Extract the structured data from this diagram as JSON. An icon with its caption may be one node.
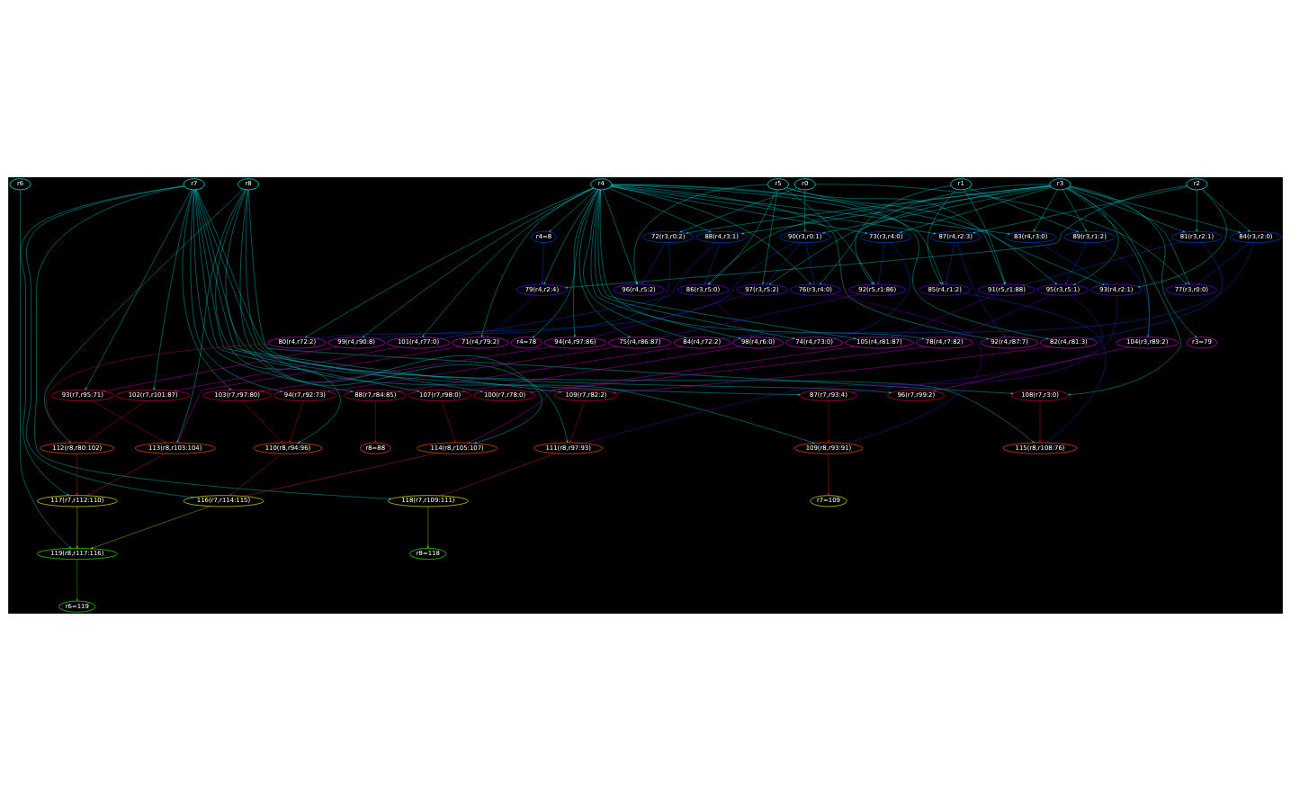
{
  "diagram": {
    "nodes": [
      {
        "text": [
          "r6"
        ]
      },
      {
        "text": [
          "r7"
        ]
      },
      {
        "text": [
          "r8"
        ]
      },
      {
        "text": [
          "r5"
        ]
      },
      {
        "text": [
          "r1"
        ]
      },
      {
        "text": [
          "r3"
        ]
      },
      {
        "text": [
          "r4"
        ]
      },
      {
        "text": [
          "r0"
        ]
      },
      {
        "text": [
          "r2"
        ]
      },
      {
        "text": [
          "88(r4,r3:1)"
        ]
      },
      {
        "text": [
          "89(r3,r1:2)"
        ]
      },
      {
        "text": [
          "81(r3,r2:1)"
        ]
      },
      {
        "text": [
          "73(r3,r4:0)"
        ]
      },
      {
        "text": [
          "83(r4,r3:0)"
        ]
      },
      {
        "text": [
          "87(r4,r2:3)"
        ]
      },
      {
        "text": [
          "90(r3,r0:1)"
        ]
      },
      {
        "text": [
          "84(r3,r2:0)"
        ]
      },
      {
        "text": [
          "72(r3,r0:2)"
        ]
      },
      {
        "text": [
          "r4=8"
        ]
      },
      {
        "text": [
          "86(r3,r5:0)"
        ]
      },
      {
        "text": [
          "95(r3,r5:1)"
        ]
      },
      {
        "text": [
          "91(r5,r1:88)"
        ]
      },
      {
        "text": [
          "92(r5,r1:86)"
        ]
      },
      {
        "text": [
          "93(r4,r2:1)"
        ]
      },
      {
        "text": [
          "85(r4,r1:2)"
        ]
      },
      {
        "text": [
          "76(r3,r4:0)"
        ]
      },
      {
        "text": [
          "77(r3,r0:0)"
        ]
      },
      {
        "text": [
          "97(r3,r5:2)"
        ]
      },
      {
        "text": [
          "96(r4,r5:2)"
        ]
      },
      {
        "text": [
          "79(r4,r2:4)"
        ]
      },
      {
        "text": [
          "98(r4,r6:0)"
        ]
      },
      {
        "text": [
          "78(r4,r7:82)"
        ]
      },
      {
        "text": [
          "101(r4,r77:0)"
        ]
      },
      {
        "text": [
          "82(r4,r81:3)"
        ]
      },
      {
        "text": [
          "105(r4,r81:87)"
        ]
      },
      {
        "text": [
          "74(r4,r73:0)"
        ]
      },
      {
        "text": [
          "r4=78"
        ]
      },
      {
        "text": [
          "75(r4,r86:87)"
        ]
      },
      {
        "text": [
          "80(r4,r72:2)"
        ]
      },
      {
        "text": [
          "84(r4,r72:2)"
        ]
      },
      {
        "text": [
          "92(r4,r87:7)"
        ]
      },
      {
        "text": [
          "94(r4,r97:86)"
        ]
      },
      {
        "text": [
          "99(r4,r90:8)"
        ]
      },
      {
        "text": [
          "104(r3,r89:2)"
        ]
      },
      {
        "text": [
          "71(r4,r79:2)"
        ]
      },
      {
        "text": [
          "r3=79"
        ]
      },
      {
        "text": [
          "107(r7,r98:0)"
        ]
      },
      {
        "text": [
          "108(r7,r3:0)"
        ]
      },
      {
        "text": [
          "100(r7,r78:0)"
        ]
      },
      {
        "text": [
          "102(r7,r101:87)"
        ]
      },
      {
        "text": [
          "109(r7,r82:2)"
        ]
      },
      {
        "text": [
          "87(r7,r93:4)"
        ]
      },
      {
        "text": [
          "88(r7,r84:85)"
        ]
      },
      {
        "text": [
          "94(r7,r92:73)"
        ]
      },
      {
        "text": [
          "103(r7,r97:80)"
        ]
      },
      {
        "text": [
          "93(r7,r95:71)"
        ]
      },
      {
        "text": [
          "96(r7,r99:2)"
        ]
      },
      {
        "text": [
          "114(r8,r105:107)"
        ]
      },
      {
        "text": [
          "115(r8,r108:76)"
        ]
      },
      {
        "text": [
          "112(r8,r80:102)"
        ]
      },
      {
        "text": [
          "111(r8,r97:93)"
        ]
      },
      {
        "text": [
          "109(r8,r93:91)"
        ]
      },
      {
        "text": [
          "r8=88"
        ]
      },
      {
        "text": [
          "110(r8,r94:96)"
        ]
      },
      {
        "text": [
          "113(r8,r103:104)"
        ]
      },
      {
        "text": [
          "116(r7,r114:115)"
        ]
      },
      {
        "text": [
          "117(r7,r112:110)"
        ]
      },
      {
        "text": [
          "118(r7,r109:111)"
        ]
      },
      {
        "text": [
          "r7=109"
        ]
      },
      {
        "text": [
          "119(r8,r117:116)"
        ]
      },
      {
        "text": [
          "r8=118"
        ]
      },
      {
        "text": [
          "r6=119"
        ]
      }
    ],
    "edges": [
      {
        "from": 6,
        "to": 9,
        "arrow": "to"
      },
      {
        "from": 5,
        "to": 9,
        "arrow": "to"
      },
      {
        "from": 5,
        "to": 10,
        "arrow": "to"
      },
      {
        "from": 4,
        "to": 10,
        "arrow": "to"
      },
      {
        "from": 5,
        "to": 11,
        "arrow": "to"
      },
      {
        "from": 8,
        "to": 11,
        "arrow": "to"
      },
      {
        "from": 5,
        "to": 12,
        "arrow": "to"
      },
      {
        "from": 6,
        "to": 12,
        "arrow": "to"
      },
      {
        "from": 6,
        "to": 13,
        "arrow": "to"
      },
      {
        "from": 5,
        "to": 13,
        "arrow": "to"
      },
      {
        "from": 6,
        "to": 14,
        "arrow": "to"
      },
      {
        "from": 8,
        "to": 14,
        "arrow": "to"
      },
      {
        "from": 5,
        "to": 15,
        "arrow": "to"
      },
      {
        "from": 7,
        "to": 15,
        "arrow": "to"
      },
      {
        "from": 5,
        "to": 16,
        "arrow": "to"
      },
      {
        "from": 8,
        "to": 16,
        "arrow": "to"
      },
      {
        "from": 5,
        "to": 17,
        "arrow": "to"
      },
      {
        "from": 7,
        "to": 17,
        "arrow": "to"
      },
      {
        "from": 6,
        "to": 18,
        "arrow": "to"
      },
      {
        "from": 5,
        "to": 19,
        "arrow": "to"
      },
      {
        "from": 3,
        "to": 19,
        "arrow": "to"
      },
      {
        "from": 9,
        "to": 19,
        "arrow": "to",
        "color": "#0044cc"
      },
      {
        "from": 5,
        "to": 20,
        "arrow": "to"
      },
      {
        "from": 3,
        "to": 20,
        "arrow": "to"
      },
      {
        "from": 10,
        "to": 20,
        "arrow": "to",
        "color": "#0044cc"
      },
      {
        "from": 3,
        "to": 21,
        "arrow": "to"
      },
      {
        "from": 4,
        "to": 21,
        "arrow": "to"
      },
      {
        "from": 11,
        "to": 21,
        "arrow": "to",
        "color": "#0044cc"
      },
      {
        "from": 3,
        "to": 22,
        "arrow": "to"
      },
      {
        "from": 4,
        "to": 22,
        "arrow": "to"
      },
      {
        "from": 12,
        "to": 22,
        "arrow": "to",
        "color": "#0044cc"
      },
      {
        "from": 6,
        "to": 23,
        "arrow": "to"
      },
      {
        "from": 8,
        "to": 23,
        "arrow": "to"
      },
      {
        "from": 13,
        "to": 23,
        "arrow": "to",
        "color": "#0044cc"
      },
      {
        "from": 6,
        "to": 24,
        "arrow": "to"
      },
      {
        "from": 4,
        "to": 24,
        "arrow": "to"
      },
      {
        "from": 14,
        "to": 24,
        "arrow": "to",
        "color": "#0044cc"
      },
      {
        "from": 5,
        "to": 25,
        "arrow": "to"
      },
      {
        "from": 6,
        "to": 25,
        "arrow": "to"
      },
      {
        "from": 15,
        "to": 25,
        "arrow": "to",
        "color": "#0044cc"
      },
      {
        "from": 5,
        "to": 26,
        "arrow": "to"
      },
      {
        "from": 7,
        "to": 26,
        "arrow": "to"
      },
      {
        "from": 16,
        "to": 26,
        "arrow": "to",
        "color": "#0044cc"
      },
      {
        "from": 5,
        "to": 27,
        "arrow": "to"
      },
      {
        "from": 3,
        "to": 27,
        "arrow": "to"
      },
      {
        "from": 15,
        "to": 27,
        "arrow": "to",
        "color": "#0044cc"
      },
      {
        "from": 6,
        "to": 28,
        "arrow": "to"
      },
      {
        "from": 3,
        "to": 28,
        "arrow": "to"
      },
      {
        "from": 17,
        "to": 28,
        "arrow": "to",
        "color": "#0044cc"
      },
      {
        "from": 6,
        "to": 29,
        "arrow": "to"
      },
      {
        "from": 8,
        "to": 29,
        "arrow": "to"
      },
      {
        "from": 18,
        "to": 29,
        "arrow": "to",
        "color": "#0044cc"
      },
      {
        "from": 6,
        "to": 30,
        "arrow": "to"
      },
      {
        "from": 19,
        "to": 30,
        "arrow": "to",
        "color": "#6600cc"
      },
      {
        "from": 6,
        "to": 31,
        "arrow": "to"
      },
      {
        "from": 20,
        "to": 31,
        "arrow": "to",
        "color": "#6600cc"
      },
      {
        "from": 6,
        "to": 32,
        "arrow": "to"
      },
      {
        "from": 9,
        "to": 32,
        "arrow": "to",
        "color": "#0044cc"
      },
      {
        "from": 6,
        "to": 33,
        "arrow": "to"
      },
      {
        "from": 11,
        "to": 33,
        "arrow": "to",
        "color": "#0044cc"
      },
      {
        "from": 6,
        "to": 34,
        "arrow": "to"
      },
      {
        "from": 21,
        "to": 34,
        "arrow": "to",
        "color": "#6600cc"
      },
      {
        "from": 6,
        "to": 35,
        "arrow": "to"
      },
      {
        "from": 12,
        "to": 35,
        "arrow": "to",
        "color": "#0044cc"
      },
      {
        "from": 6,
        "to": 36,
        "arrow": "to"
      },
      {
        "from": 6,
        "to": 37,
        "arrow": "to"
      },
      {
        "from": 22,
        "to": 37,
        "arrow": "to",
        "color": "#6600cc"
      },
      {
        "from": 6,
        "to": 38,
        "arrow": "to"
      },
      {
        "from": 17,
        "to": 38,
        "arrow": "to",
        "color": "#0044cc"
      },
      {
        "from": 6,
        "to": 39,
        "arrow": "to"
      },
      {
        "from": 16,
        "to": 39,
        "arrow": "to",
        "color": "#0044cc"
      },
      {
        "from": 6,
        "to": 40,
        "arrow": "to"
      },
      {
        "from": 14,
        "to": 40,
        "arrow": "to",
        "color": "#0044cc"
      },
      {
        "from": 6,
        "to": 41,
        "arrow": "to"
      },
      {
        "from": 27,
        "to": 41,
        "arrow": "to",
        "color": "#6600cc"
      },
      {
        "from": 6,
        "to": 42,
        "arrow": "to"
      },
      {
        "from": 15,
        "to": 42,
        "arrow": "to",
        "color": "#0044cc"
      },
      {
        "from": 5,
        "to": 43,
        "arrow": "to"
      },
      {
        "from": 10,
        "to": 43,
        "arrow": "to",
        "color": "#0044cc"
      },
      {
        "from": 6,
        "to": 44,
        "arrow": "to"
      },
      {
        "from": 29,
        "to": 44,
        "arrow": "to",
        "color": "#6600cc"
      },
      {
        "from": 5,
        "to": 45,
        "arrow": "to"
      },
      {
        "from": 1,
        "to": 46,
        "arrow": "to"
      },
      {
        "from": 30,
        "to": 46,
        "arrow": "to",
        "color": "#cc00cc"
      },
      {
        "from": 1,
        "to": 47,
        "arrow": "to"
      },
      {
        "from": 5,
        "to": 47,
        "arrow": "to"
      },
      {
        "from": 1,
        "to": 48,
        "arrow": "to"
      },
      {
        "from": 31,
        "to": 48,
        "arrow": "to",
        "color": "#cc00cc"
      },
      {
        "from": 1,
        "to": 49,
        "arrow": "to"
      },
      {
        "from": 32,
        "to": 49,
        "arrow": "to",
        "color": "#cc00cc"
      },
      {
        "from": 1,
        "to": 50,
        "arrow": "to"
      },
      {
        "from": 33,
        "to": 50,
        "arrow": "to",
        "color": "#cc00cc"
      },
      {
        "from": 1,
        "to": 51,
        "arrow": "to"
      },
      {
        "from": 23,
        "to": 51,
        "arrow": "to",
        "color": "#6600cc"
      },
      {
        "from": 1,
        "to": 52,
        "arrow": "to"
      },
      {
        "from": 39,
        "to": 52,
        "arrow": "to",
        "color": "#cc00cc"
      },
      {
        "from": 1,
        "to": 53,
        "arrow": "to"
      },
      {
        "from": 37,
        "to": 53,
        "arrow": "to",
        "color": "#cc00cc"
      },
      {
        "from": 1,
        "to": 54,
        "arrow": "to"
      },
      {
        "from": 41,
        "to": 54,
        "arrow": "to",
        "color": "#cc00cc"
      },
      {
        "from": 1,
        "to": 55,
        "arrow": "to"
      },
      {
        "from": 42,
        "to": 55,
        "arrow": "to",
        "color": "#cc00cc"
      },
      {
        "from": 1,
        "to": 56,
        "arrow": "to"
      },
      {
        "from": 43,
        "to": 56,
        "arrow": "to",
        "color": "#cc00cc"
      },
      {
        "from": 2,
        "to": 57,
        "arrow": "to"
      },
      {
        "from": 34,
        "to": 57,
        "arrow": "to",
        "color": "#cc00cc"
      },
      {
        "from": 46,
        "to": 57,
        "arrow": "to",
        "color": "#cc0033"
      },
      {
        "from": 2,
        "to": 58,
        "arrow": "to"
      },
      {
        "from": 47,
        "to": 58,
        "arrow": "to",
        "color": "#cc0033"
      },
      {
        "from": 24,
        "to": 58,
        "arrow": "to",
        "color": "#0044cc"
      },
      {
        "from": 2,
        "to": 59,
        "arrow": "to"
      },
      {
        "from": 38,
        "to": 59,
        "arrow": "to",
        "color": "#cc0033"
      },
      {
        "from": 49,
        "to": 59,
        "arrow": "to",
        "color": "#cc0033"
      },
      {
        "from": 2,
        "to": 60,
        "arrow": "to"
      },
      {
        "from": 20,
        "to": 60,
        "arrow": "to",
        "color": "#6600cc"
      },
      {
        "from": 50,
        "to": 60,
        "arrow": "to",
        "color": "#cc0033"
      },
      {
        "from": 2,
        "to": 61,
        "arrow": "to"
      },
      {
        "from": 51,
        "to": 61,
        "arrow": "to",
        "color": "#cc0033"
      },
      {
        "from": 25,
        "to": 61,
        "arrow": "to",
        "color": "#6600cc"
      },
      {
        "from": 52,
        "to": 62,
        "arrow": "to",
        "color": "#cc0033"
      },
      {
        "from": 2,
        "to": 63,
        "arrow": "to"
      },
      {
        "from": 54,
        "to": 63,
        "arrow": "to",
        "color": "#cc0033"
      },
      {
        "from": 53,
        "to": 63,
        "arrow": "to",
        "color": "#cc0033"
      },
      {
        "from": 2,
        "to": 64,
        "arrow": "to"
      },
      {
        "from": 55,
        "to": 64,
        "arrow": "to",
        "color": "#cc0033"
      },
      {
        "from": 44,
        "to": 64,
        "arrow": "to",
        "color": "#cc00cc"
      },
      {
        "from": 1,
        "to": 65,
        "arrow": "to"
      },
      {
        "from": 57,
        "to": 65,
        "arrow": "to",
        "color": "#cc3300"
      },
      {
        "from": 63,
        "to": 65,
        "arrow": "to",
        "color": "#cc3300"
      },
      {
        "from": 1,
        "to": 66,
        "arrow": "to"
      },
      {
        "from": 59,
        "to": 66,
        "arrow": "to",
        "color": "#cc3300"
      },
      {
        "from": 64,
        "to": 66,
        "arrow": "to",
        "color": "#cc3300"
      },
      {
        "from": 1,
        "to": 67,
        "arrow": "to"
      },
      {
        "from": 60,
        "to": 67,
        "arrow": "to",
        "color": "#cc3300"
      },
      {
        "from": 61,
        "to": 68,
        "arrow": "to",
        "color": "#cc3300"
      },
      {
        "from": 0,
        "to": 69,
        "arrow": "to"
      },
      {
        "from": 65,
        "to": 69,
        "arrow": "to",
        "color": "#cccc00"
      },
      {
        "from": 66,
        "to": 69,
        "arrow": "to",
        "color": "#cccc00"
      },
      {
        "from": 67,
        "to": 70,
        "arrow": "to",
        "color": "#cccc00"
      },
      {
        "from": 69,
        "to": 71,
        "arrow": "to",
        "color": "#33cc00"
      }
    ]
  }
}
